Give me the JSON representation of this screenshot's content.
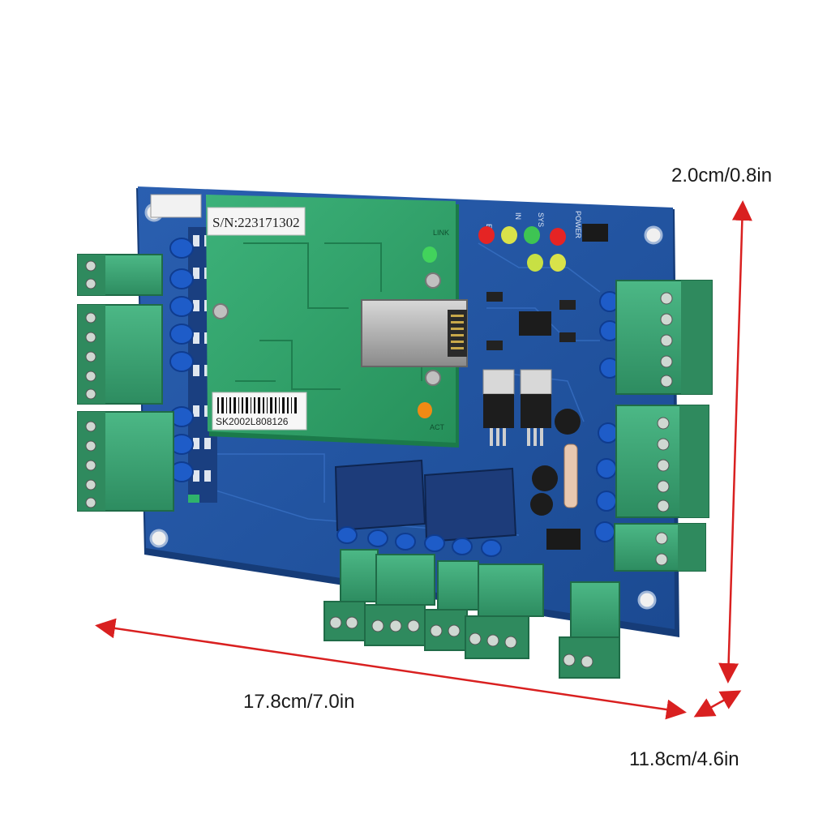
{
  "dimensions": {
    "height": "2.0cm/0.8in",
    "length": "17.8cm/7.0in",
    "width": "11.8cm/4.6in"
  },
  "board": {
    "serial_label": "S/N:223171302",
    "barcode_label": "SK2002L808126",
    "led_labels": {
      "err": "ERR",
      "in": "IN",
      "sys": "SYS",
      "power": "POWER",
      "link": "LINK",
      "act": "ACT"
    }
  },
  "colors": {
    "pcb_blue": "#1f4e9a",
    "module_green": "#2f9e64",
    "terminal_green": "#3aa072",
    "relay_blue": "#1d3c7a",
    "arrow_red": "#d92020",
    "capacitor_blue": "#1e5cc8"
  },
  "icons": [
    "arrow-icon"
  ]
}
